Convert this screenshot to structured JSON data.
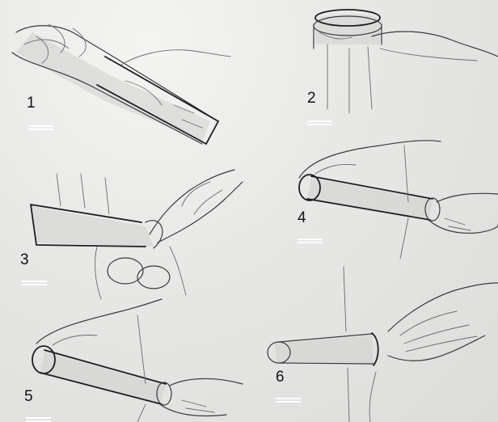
{
  "figure": {
    "steps": [
      {
        "number": "1"
      },
      {
        "number": "2"
      },
      {
        "number": "3"
      },
      {
        "number": "4"
      },
      {
        "number": "5"
      },
      {
        "number": "6"
      }
    ]
  }
}
